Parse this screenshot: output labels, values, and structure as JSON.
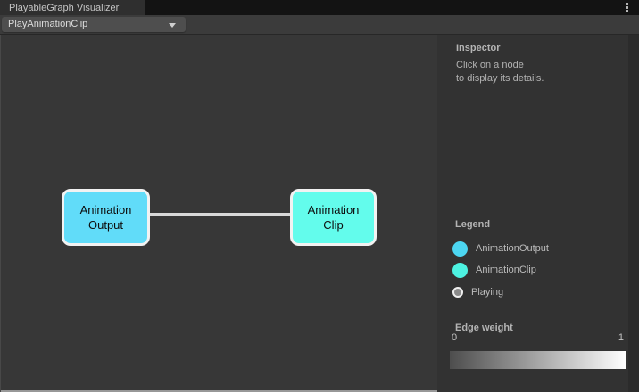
{
  "window": {
    "tab_title": "PlayableGraph Visualizer"
  },
  "toolbar": {
    "graph_selector": {
      "value": "PlayAnimationClip"
    }
  },
  "graph": {
    "nodes": [
      {
        "label_line1": "Animation",
        "label_line2": "Output",
        "color": "#61dcf9"
      },
      {
        "label_line1": "Animation",
        "label_line2": "Clip",
        "color": "#63fcec"
      }
    ],
    "edge": {
      "color": "#d8d8d8"
    }
  },
  "inspector": {
    "title": "Inspector",
    "hint_line1": "Click on a node",
    "hint_line2": "to display its details.",
    "legend": {
      "title": "Legend",
      "items": [
        {
          "label": "AnimationOutput",
          "color": "#4cd6f1"
        },
        {
          "label": "AnimationClip",
          "color": "#4df2e1"
        },
        {
          "label": "Playing",
          "color": "#8a8a8a"
        }
      ]
    },
    "edge_weight": {
      "title": "Edge weight",
      "min_label": "0",
      "max_label": "1",
      "gradient_from": "#4d4d4d",
      "gradient_to": "#ffffff"
    }
  }
}
